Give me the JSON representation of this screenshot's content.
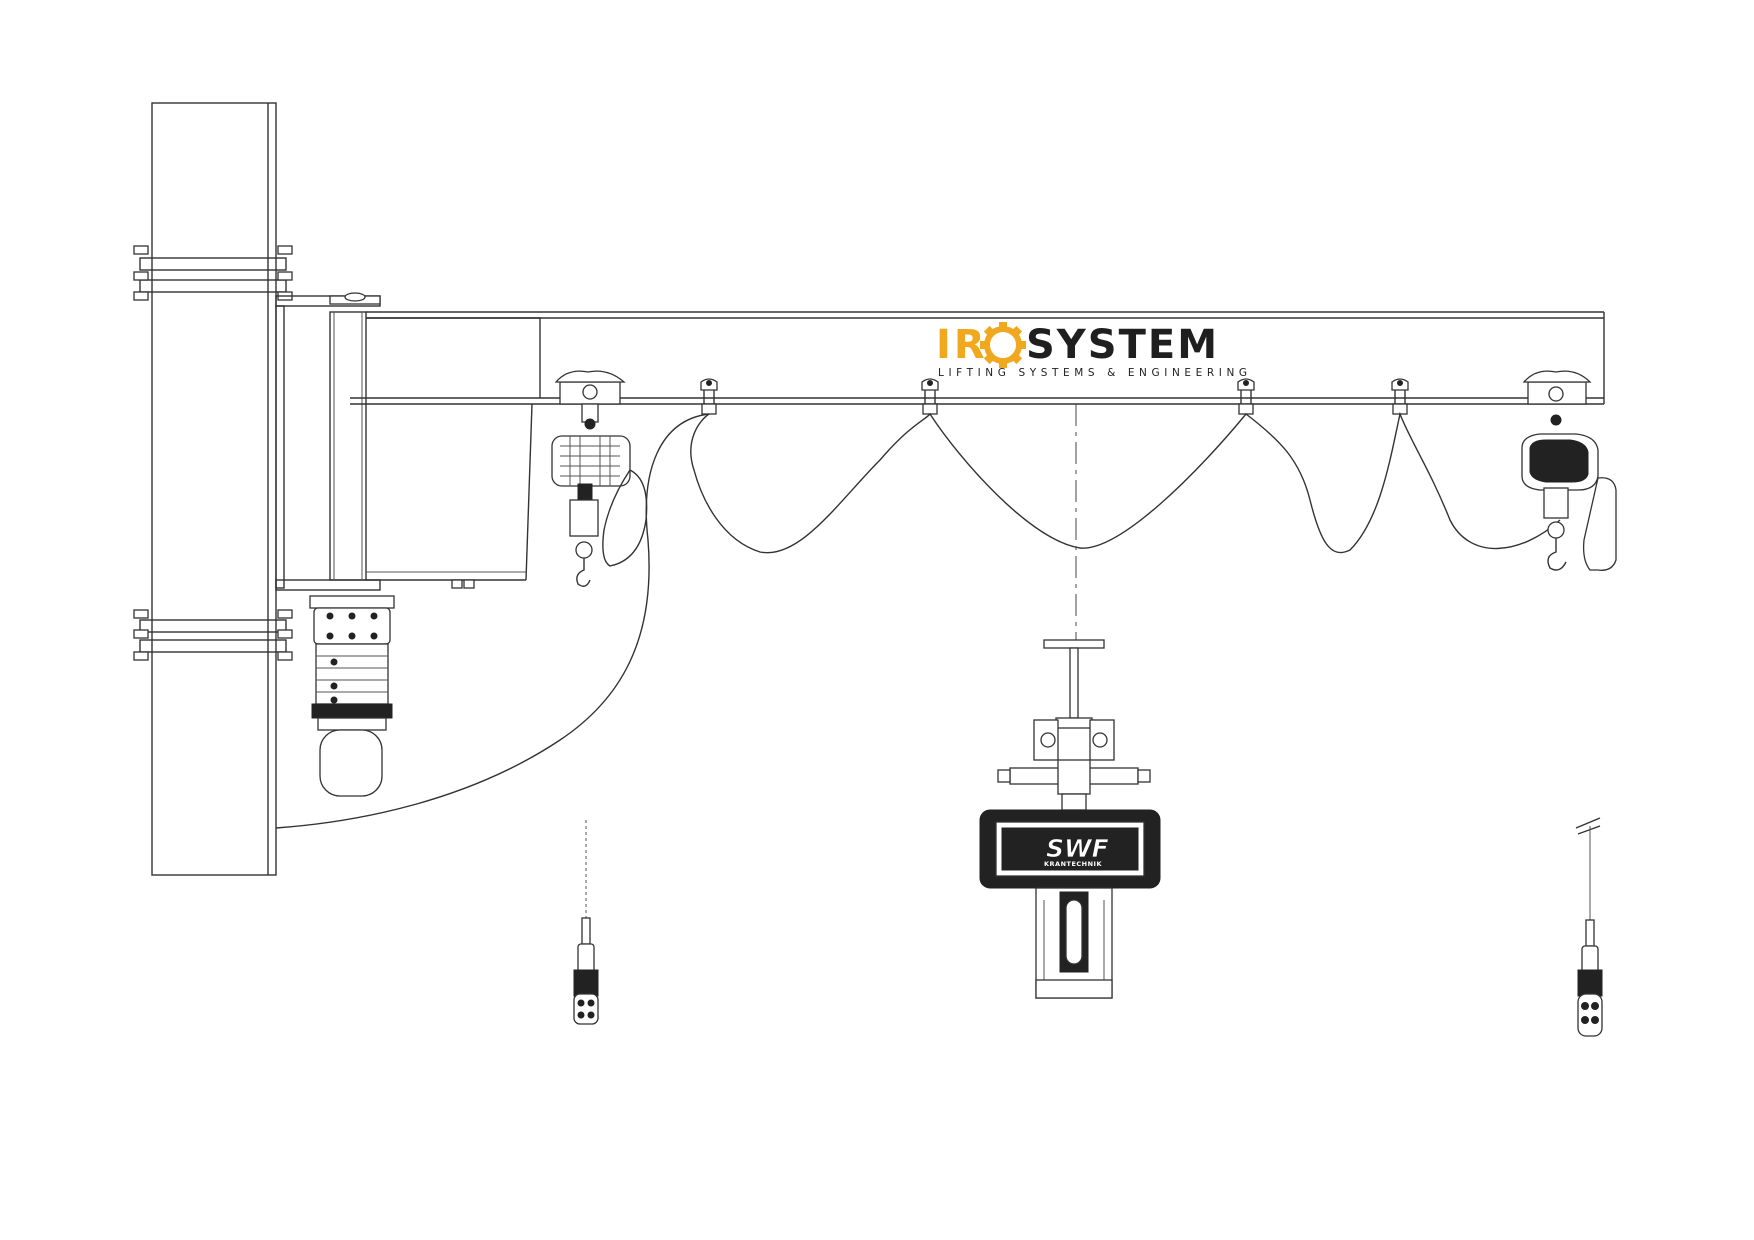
{
  "logo": {
    "word_left": "IR",
    "word_gear": "O",
    "word_right": "SYSTEM",
    "tagline": "LIFTING SYSTEMS & ENGINEERING"
  },
  "hoist_label": {
    "brand": "SWF",
    "sub": "KRANTECHNIK"
  },
  "colors": {
    "accent": "#f0a81e",
    "dark": "#1f1f1f",
    "line": "#333333"
  },
  "icons": {
    "logo_gear": "gear-icon",
    "hook": "crane-hook-icon",
    "pendant": "pendant-control-icon"
  }
}
